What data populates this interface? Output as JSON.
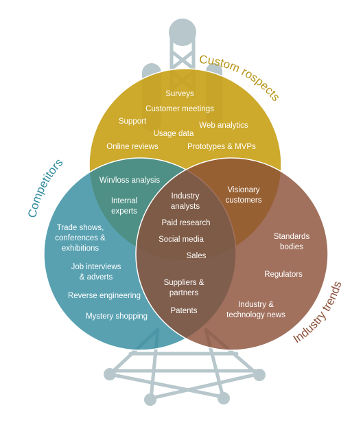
{
  "colors": {
    "customers": "#c9a21c",
    "competitors": "#2f8a9e",
    "trends": "#8a4d36",
    "tower": "#b7c7cb",
    "item_text": "#ffffff"
  },
  "sets": {
    "customers": "Custom  rospects",
    "competitors": "Competitors",
    "trends": "Industry trends"
  },
  "items": {
    "surveys": "Surveys",
    "customer_meetings": "Customer meetings",
    "support": "Support",
    "usage_data": "Usage data",
    "web_analytics": "Web analytics",
    "online_reviews": "Online reviews",
    "prototypes": "Prototypes & MVPs",
    "win_loss": "Win/loss analysis",
    "internal_experts_1": "Internal",
    "internal_experts_2": "experts",
    "industry_analysts_1": "Industry",
    "industry_analysts_2": "analysts",
    "visionary_1": "Visionary",
    "visionary_2": "customers",
    "paid_research": "Paid research",
    "social_media": "Social media",
    "sales": "Sales",
    "trade_shows_1": "Trade shows,",
    "trade_shows_2": "conferences &",
    "trade_shows_3": "exhibitions",
    "job_interviews_1": "Job interviews",
    "job_interviews_2": "& adverts",
    "reverse_engineering": "Reverse engineering",
    "mystery_shopping": "Mystery shopping",
    "suppliers_1": "Suppliers &",
    "suppliers_2": "partners",
    "patents": "Patents",
    "standards_1": "Standards",
    "standards_2": "bodies",
    "regulators": "Regulators",
    "industry_news_1": "Industry &",
    "industry_news_2": "technology news"
  }
}
